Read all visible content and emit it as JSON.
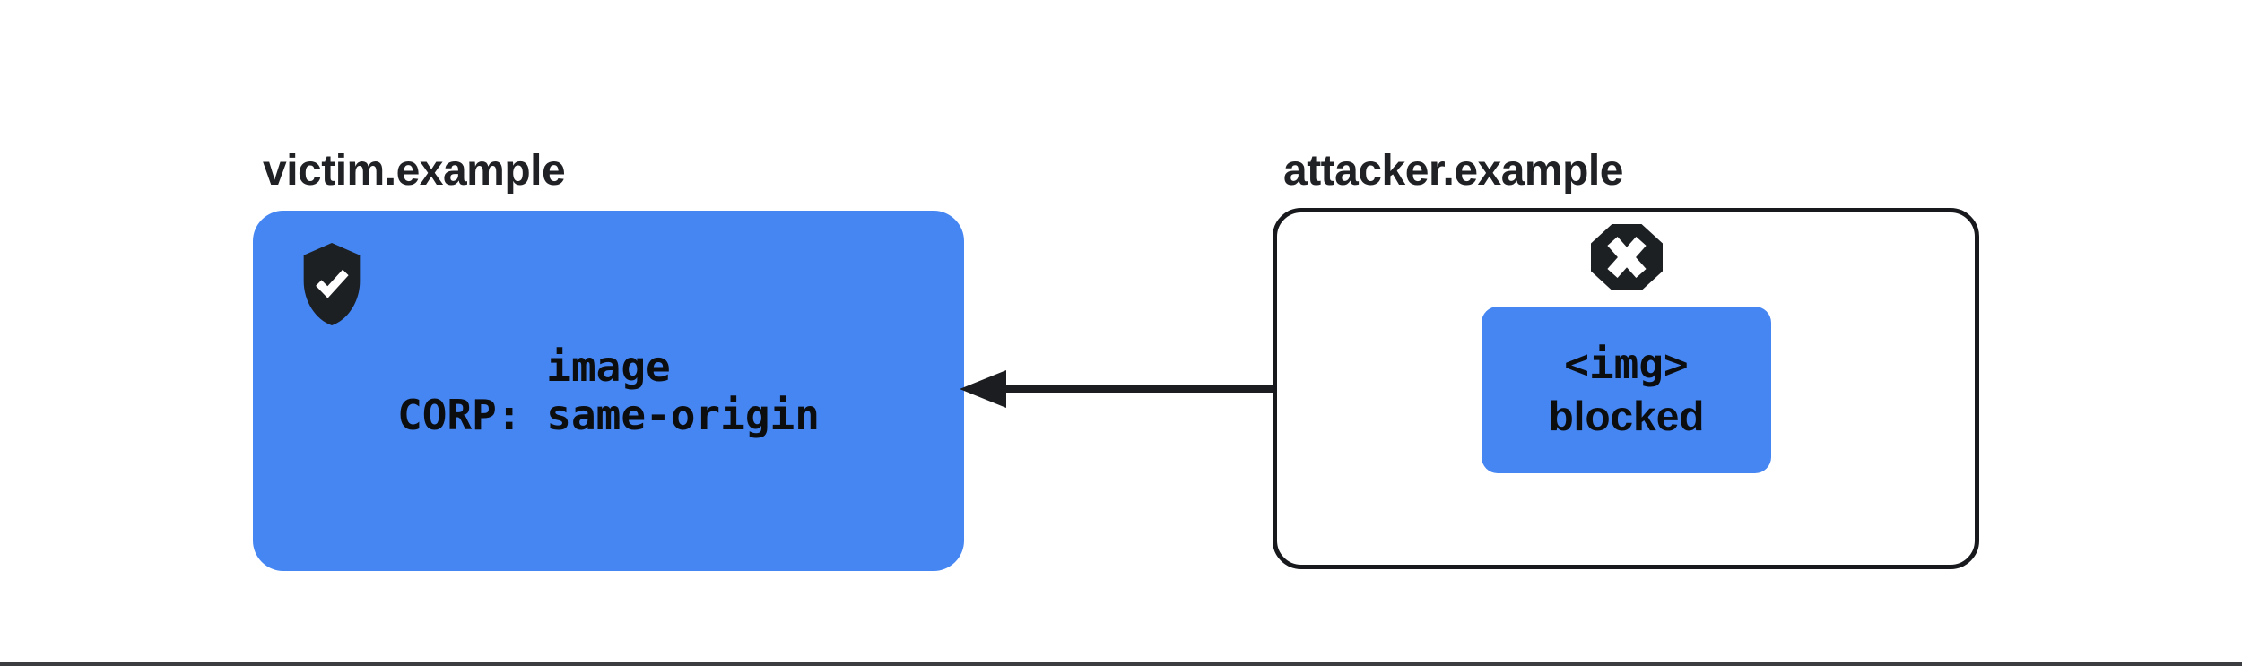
{
  "diagram": {
    "victim": {
      "title": "victim.example",
      "resource_lines": {
        "type": "image",
        "header": "CORP: same-origin"
      },
      "icon": "shield-check-icon"
    },
    "attacker": {
      "title": "attacker.example",
      "icon": "blocked-x-icon",
      "request": {
        "tag": "<img>",
        "status": "blocked"
      }
    },
    "arrow": {
      "direction": "right-to-left",
      "meaning": "cross-origin request from attacker page to victim resource"
    },
    "colors": {
      "resource_blue": "#4586f3",
      "ink_black": "#1d2023",
      "title_gray": "#202124",
      "bottom_bar_gray": "#3b3d40",
      "background": "#ffffff"
    }
  }
}
